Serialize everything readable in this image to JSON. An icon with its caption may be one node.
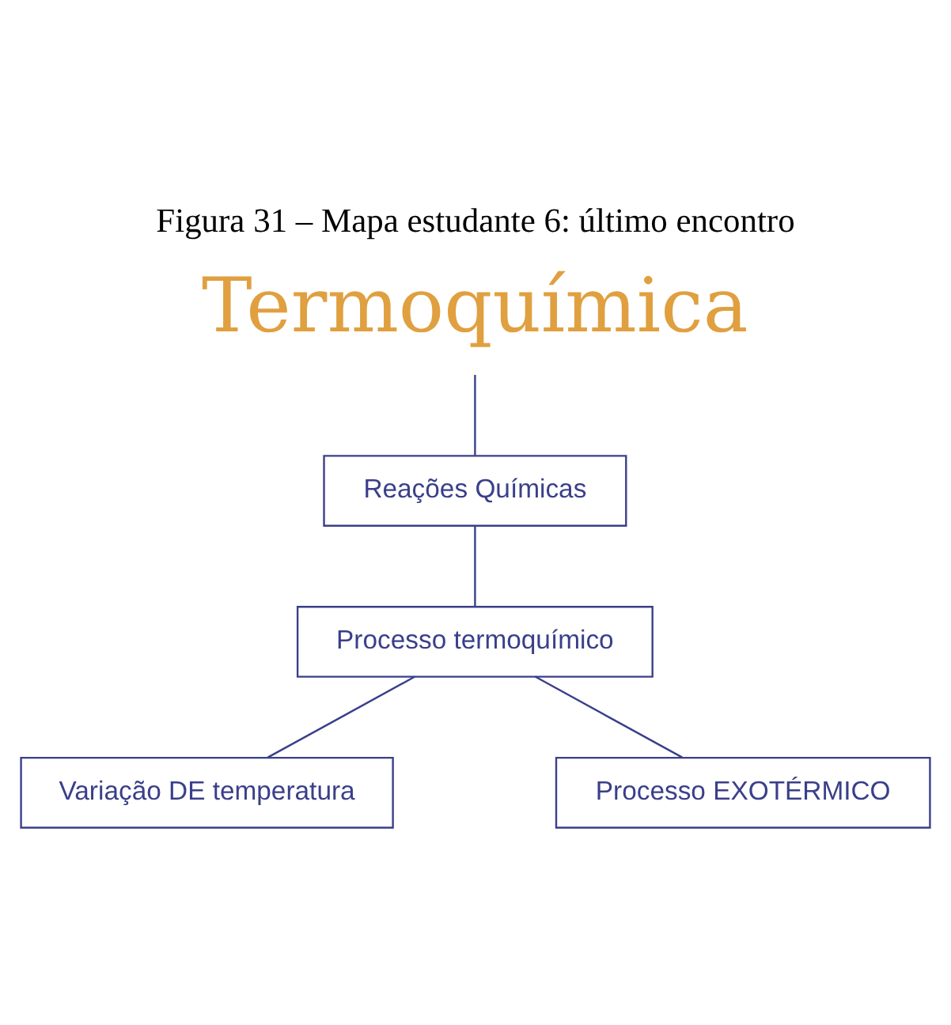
{
  "diagram": {
    "title": "Figura 31 – Mapa estudante 6: último encontro",
    "nodes": [
      {
        "text": [
          "Termoquímica"
        ]
      },
      {
        "text": [
          "Reações Químicas"
        ]
      },
      {
        "text": [
          "Processo termoquímico"
        ]
      },
      {
        "text": [
          "Variação DE temperatura"
        ]
      },
      {
        "text": [
          "Processo EXOTÉRMICO"
        ]
      }
    ],
    "edges": [
      {
        "from": 0,
        "to": 1,
        "arrow": "none"
      },
      {
        "from": 1,
        "to": 2,
        "arrow": "none"
      },
      {
        "from": 2,
        "to": 3,
        "arrow": "none"
      },
      {
        "from": 2,
        "to": 4,
        "arrow": "none"
      }
    ]
  }
}
